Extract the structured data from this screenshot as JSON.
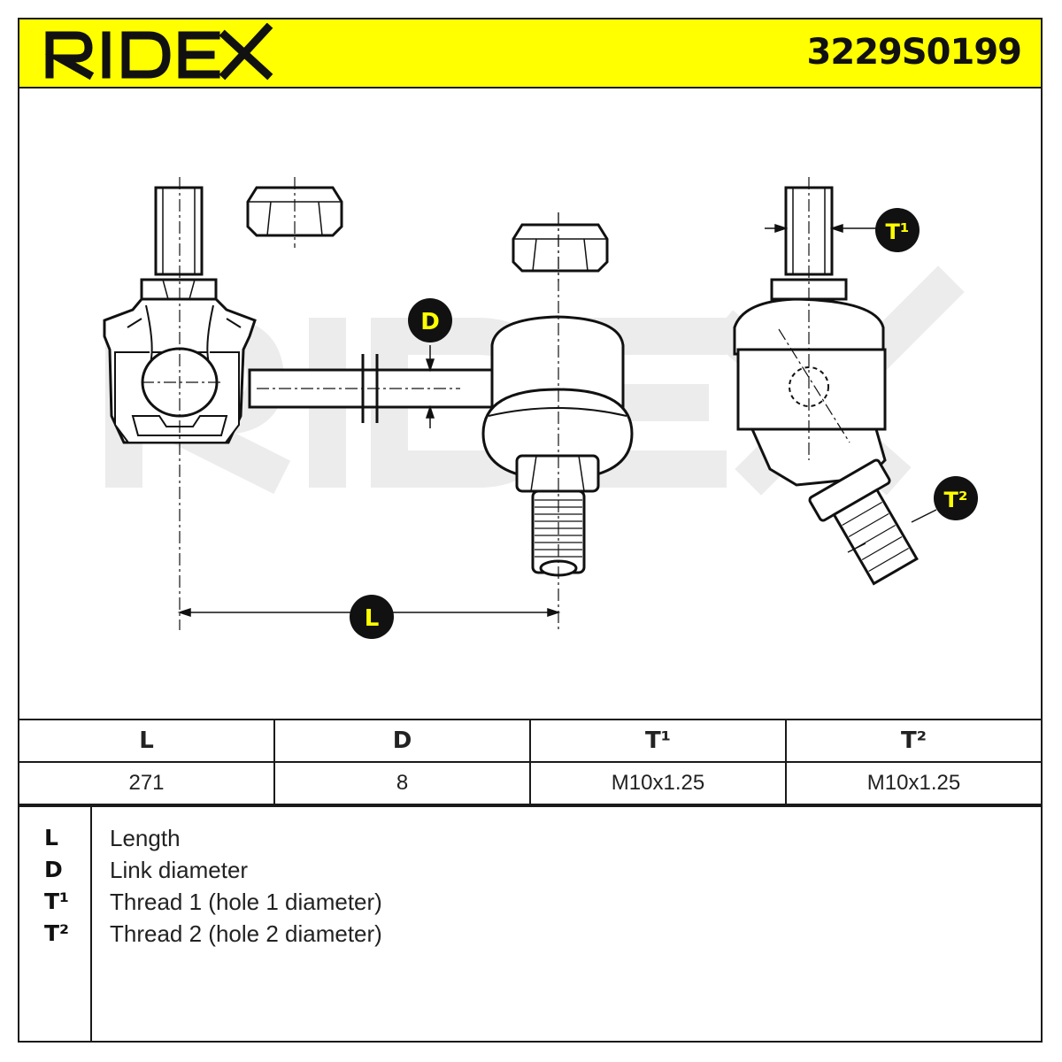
{
  "header": {
    "brand": "RIDEX",
    "part_number": "3229S0199",
    "background_color": "#ffff00"
  },
  "drawing": {
    "watermark": "RIDEX",
    "labels": {
      "d": "D",
      "l": "L",
      "t1": "T¹",
      "t2": "T²"
    }
  },
  "table": {
    "headers": [
      "L",
      "D",
      "T¹",
      "T²"
    ],
    "values": [
      "271",
      "8",
      "M10x1.25",
      "M10x1.25"
    ]
  },
  "legend": [
    {
      "key": "L",
      "desc": "Length"
    },
    {
      "key": "D",
      "desc": "Link diameter"
    },
    {
      "key": "T¹",
      "desc": "Thread 1 (hole 1 diameter)"
    },
    {
      "key": "T²",
      "desc": "Thread 2 (hole 2 diameter)"
    }
  ]
}
